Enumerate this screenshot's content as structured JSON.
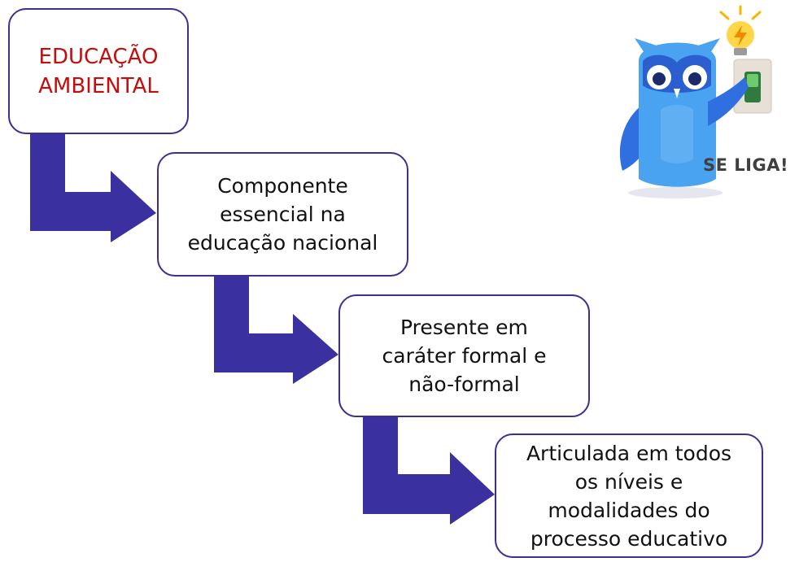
{
  "diagram": {
    "steps": [
      {
        "text": "EDUCAÇÃO\nAMBIENTAL"
      },
      {
        "text": "Componente\nessencial na\neducação nacional"
      },
      {
        "text": "Presente em\ncaráter formal e\nnão-formal"
      },
      {
        "text": "Articulada em todos\nos níveis e\nmodalidades do\nprocesso educativo"
      }
    ],
    "colors": {
      "arrow": "#3b30a0",
      "box_border": "#3b2f8f",
      "title_text": "#c40e0e",
      "body_text": "#111111"
    }
  },
  "mascot": {
    "icon": "owl-mascot-with-lightbulb-and-switch",
    "caption": "SE LIGA!"
  }
}
